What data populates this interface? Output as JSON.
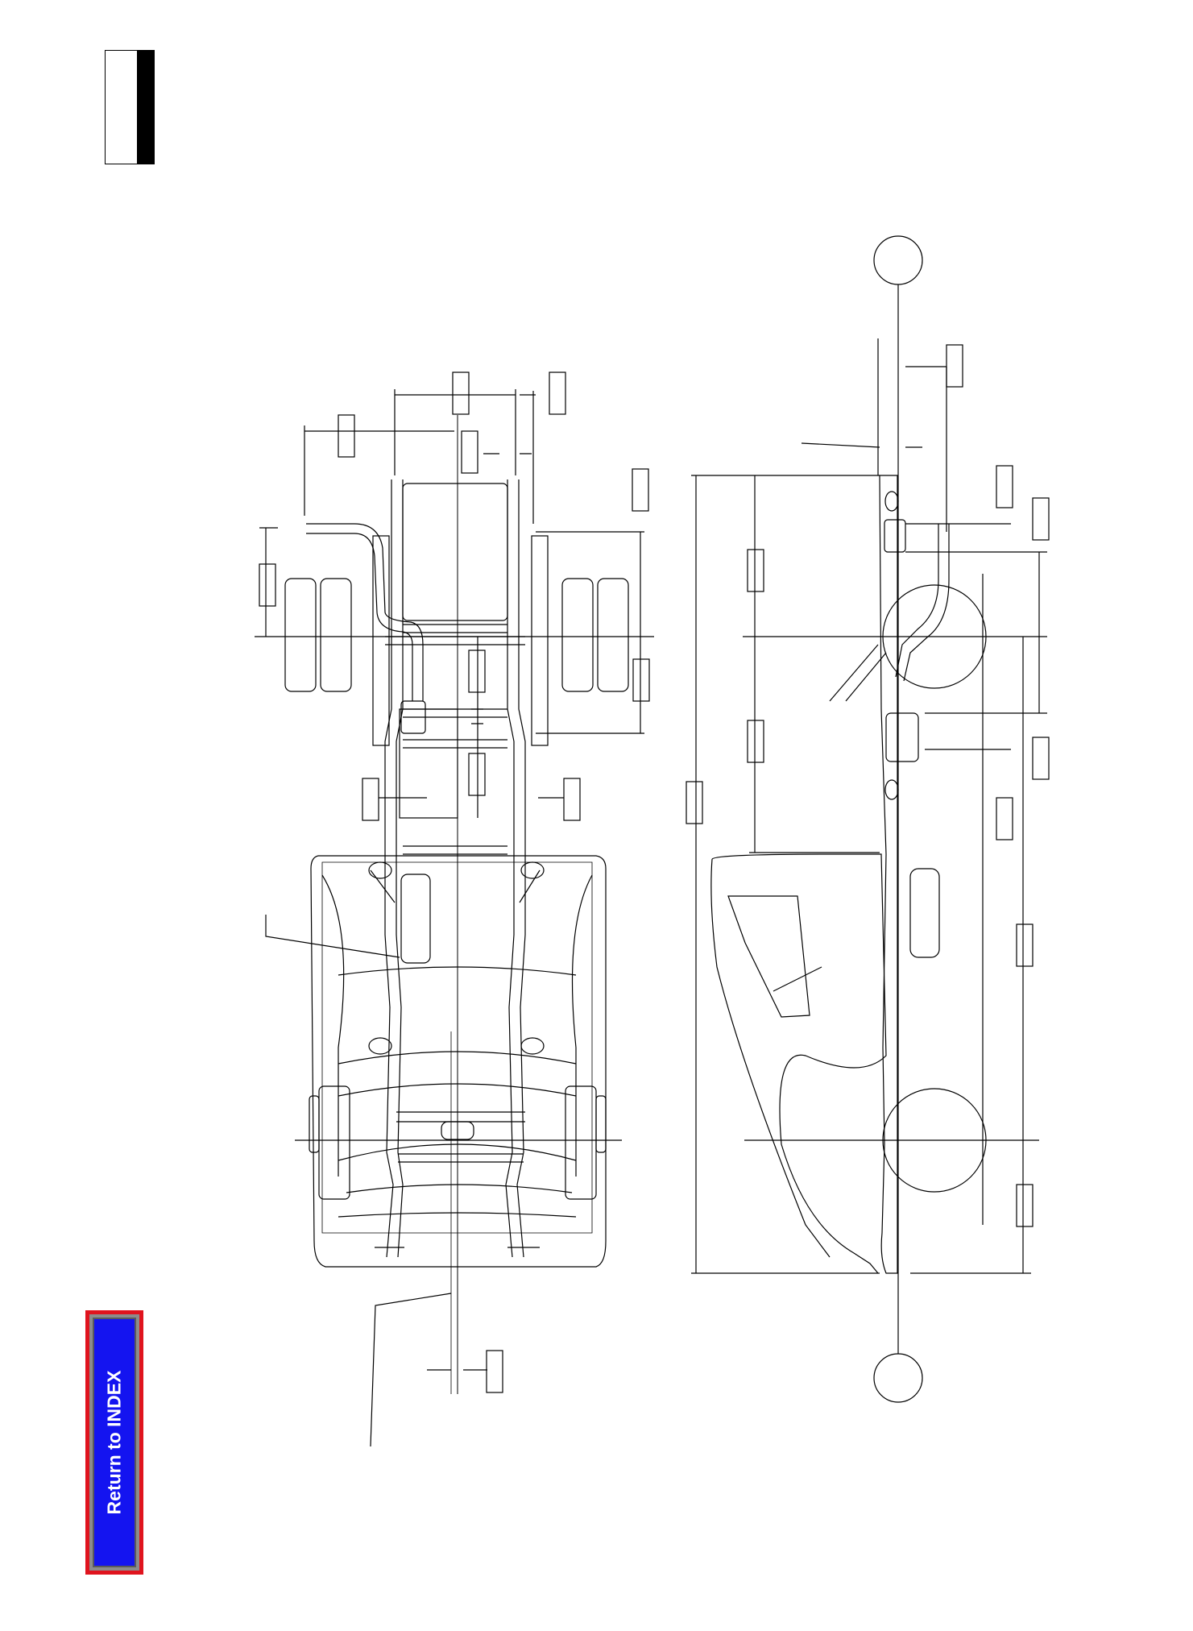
{
  "page": {
    "tab_marker": "section-tab"
  },
  "navigation": {
    "return_label": "Return to INDEX"
  },
  "colors": {
    "button_fill": "#1414f0",
    "button_border": "#e0141e",
    "button_frame": "#8c8c8c",
    "line": "#000000"
  },
  "drawing": {
    "views": [
      "top-view-frame",
      "side-view-frame"
    ]
  }
}
